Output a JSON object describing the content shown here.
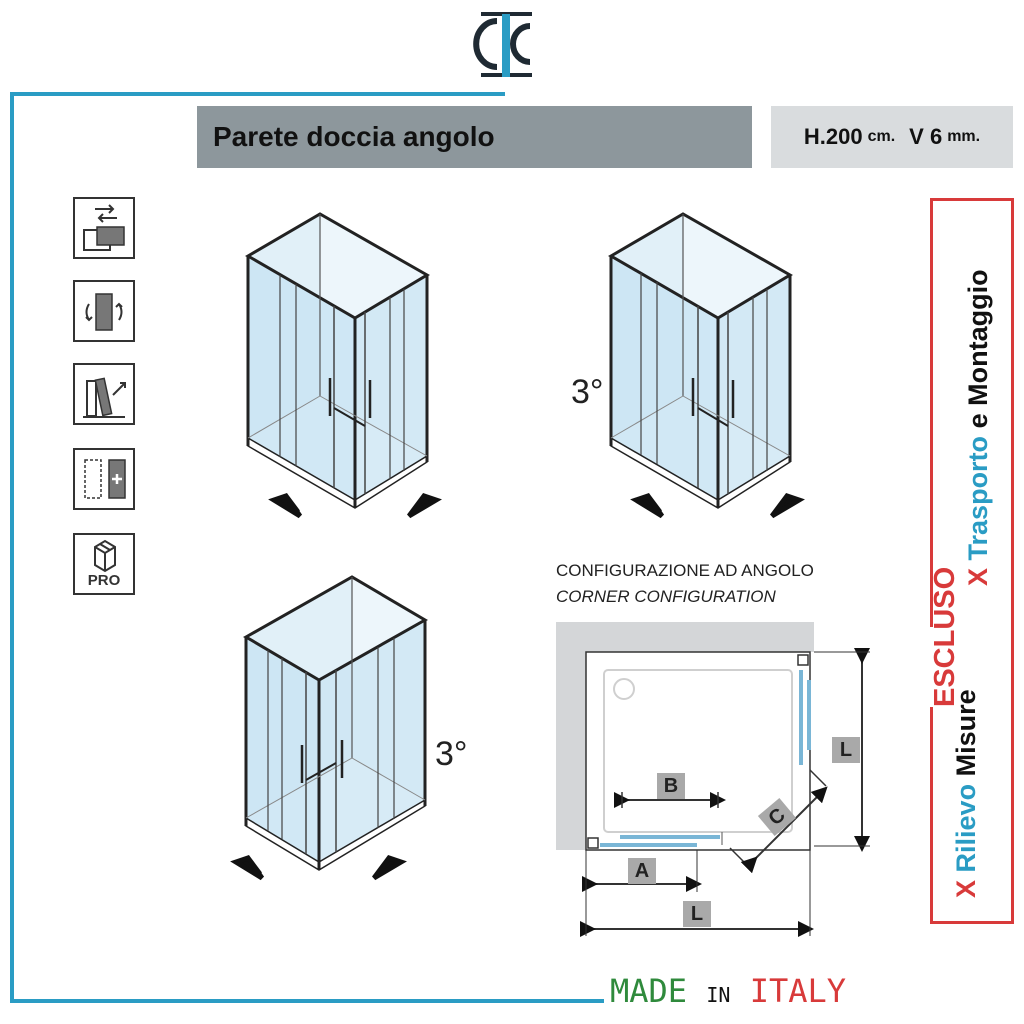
{
  "header": {
    "title": "Parete doccia angolo",
    "spec": {
      "height_label": "H.200",
      "height_unit": "cm.",
      "glass_label": "V 6",
      "glass_unit": "mm."
    }
  },
  "feature_icons": [
    "sliding-door-icon",
    "reversible-icon",
    "tilt-adjust-icon",
    "extensible-profile-icon",
    "pro-package-icon"
  ],
  "feature_pro_label": "PRO",
  "diagrams": {
    "angle_label_top_right": "3°",
    "angle_label_bottom": "3°"
  },
  "configuration": {
    "title_it": "CONFIGURAZIONE AD ANGOLO",
    "title_en": "CORNER CONFIGURATION",
    "dims": {
      "a": "A",
      "b": "B",
      "c": "C",
      "l_side": "L",
      "l_bottom": "L"
    }
  },
  "escluso": {
    "word": "ESCLUSO",
    "line1_x": "X",
    "line1_a": "Rilievo",
    "line1_b": "Misure",
    "line2_x": "X",
    "line2_a": "Trasporto",
    "line2_b": "e Montaggio"
  },
  "footer": {
    "made": "MADE",
    "in": "IN",
    "italy": "ITALY"
  },
  "colors": {
    "accent_blue": "#2a9cc4",
    "red": "#d83a3a",
    "green": "#2f8a3c",
    "title_bar_bg": "#8d979c",
    "spec_bg": "#d9dcde",
    "glass": "#c9e4f3"
  }
}
